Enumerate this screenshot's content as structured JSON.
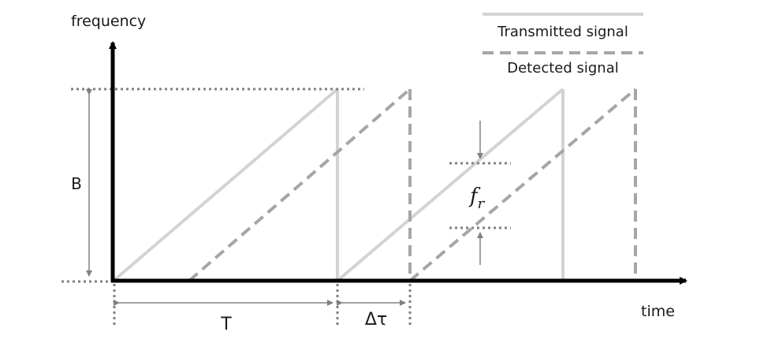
{
  "axes": {
    "y_label": "frequency",
    "x_label": "time"
  },
  "legend": {
    "transmitted": "Transmitted signal",
    "detected": "Detected signal"
  },
  "annotations": {
    "bandwidth": "B",
    "period": "T",
    "delay": "Δτ",
    "beat_frequency_base": "f",
    "beat_frequency_sub": "r"
  },
  "colors": {
    "axis": "#000000",
    "transmitted": "#d3d3d3",
    "detected": "#a6a6a6",
    "guides": "#808080"
  }
}
